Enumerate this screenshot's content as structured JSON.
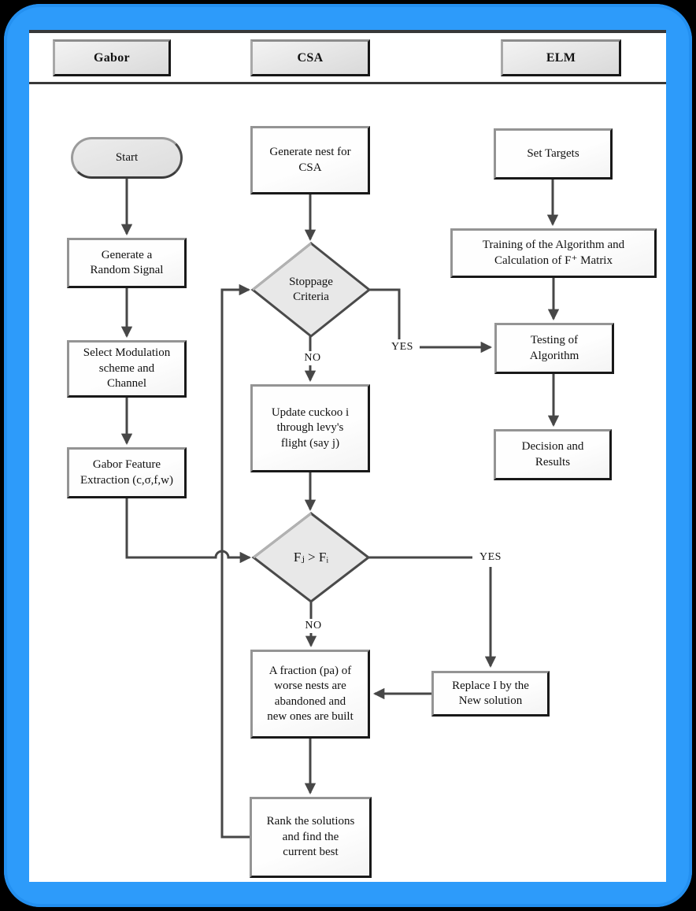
{
  "page": {
    "frame_color": "#2d9bfa",
    "paper_color": "#ffffff",
    "line_color": "#474747",
    "shape_fill": "#e8e8e8"
  },
  "headers": {
    "gabor": "Gabor",
    "csa": "CSA",
    "elm": "ELM"
  },
  "nodes": {
    "start": "Start",
    "gen_random": [
      "Generate a",
      "Random Signal"
    ],
    "select_mod": [
      "Select Modulation",
      "scheme and",
      "Channel"
    ],
    "gabor_feat": [
      "Gabor Feature",
      "Extraction (c,σ,f,w)"
    ],
    "gen_nest": [
      "Generate nest for",
      "CSA"
    ],
    "stoppage": [
      "Stoppage",
      "Criteria"
    ],
    "update_cuckoo": [
      "Update cuckoo i",
      "through levy's",
      "flight (say j)"
    ],
    "fj_fi": "Fⱼ > Fᵢ",
    "fraction": [
      "A fraction (pa) of",
      "worse nests are",
      "abandoned and",
      "new ones are built"
    ],
    "rank": [
      "Rank the solutions",
      "and find the",
      "current best"
    ],
    "replace": [
      "Replace I by the",
      "New solution"
    ],
    "set_targets": "Set Targets",
    "training": [
      "Training of the Algorithm and",
      "Calculation of F⁺ Matrix"
    ],
    "testing": [
      "Testing of",
      "Algorithm"
    ],
    "decision": [
      "Decision and",
      "Results"
    ]
  },
  "edge_labels": {
    "stoppage_no": "NO",
    "stoppage_yes": "YES",
    "fj_no": "NO",
    "fj_yes": "YES"
  }
}
